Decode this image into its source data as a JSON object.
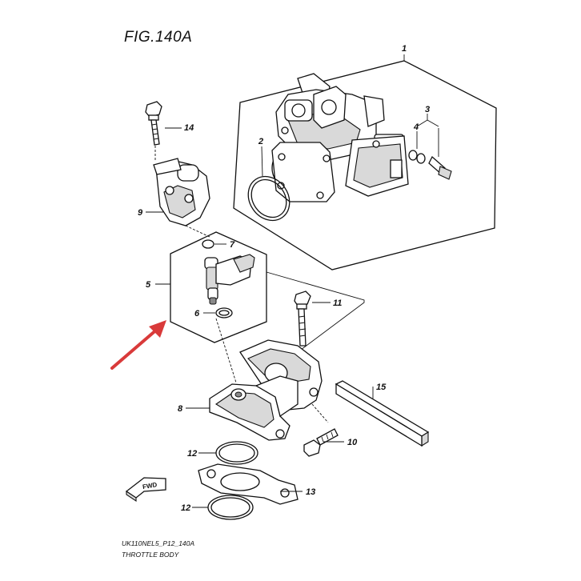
{
  "figure": {
    "title": "FIG.140A"
  },
  "footer": {
    "code": "UK110NEL5_P12_140A",
    "caption": "THROTTLE BODY"
  },
  "fwd_label": "FWD",
  "colors": {
    "line": "#111111",
    "arrow": "#d93a3a",
    "shade": "#d9d9d9"
  },
  "callouts": {
    "p1": "1",
    "p2": "2",
    "p3": "3",
    "p4": "4",
    "p5": "5",
    "p6": "6",
    "p7": "7",
    "p8": "8",
    "p9": "9",
    "p10": "10",
    "p11": "11",
    "p12a": "12",
    "p12b": "12",
    "p13": "13",
    "p14": "14",
    "p15": "15"
  },
  "parts": [
    "throttle-body",
    "o-ring-large",
    "screw-set",
    "o-ring-small-pair",
    "fuel-injector",
    "injector-seal-lower",
    "injector-seal-upper",
    "intake-pipe",
    "injector-cap",
    "bolt-short",
    "bolt-long",
    "o-ring-flange",
    "insulator",
    "cap-bolt",
    "hose-strip"
  ],
  "annotation": {
    "type": "pointer-arrow",
    "target": "fuel-injector"
  }
}
